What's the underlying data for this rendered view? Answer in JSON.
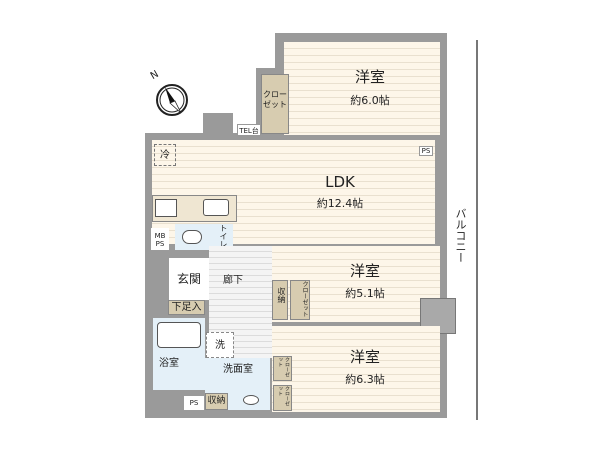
{
  "compass": {
    "north_label": "N"
  },
  "rooms": {
    "western_top": {
      "name": "洋室",
      "size": "約6.0帖"
    },
    "ldk": {
      "name": "LDK",
      "size": "約12.4帖"
    },
    "western_mid": {
      "name": "洋室",
      "size": "約5.1帖"
    },
    "western_bottom": {
      "name": "洋室",
      "size": "約6.3帖"
    },
    "entrance": "玄関",
    "hallway": "廊下",
    "toilet": "トイレ",
    "bath": "浴室",
    "washroom": "洗面室",
    "laundry": "洗",
    "shoe_storage": "下足入",
    "storage_hall": "収納",
    "storage_wash": "収納"
  },
  "closet_label": "クローゼット",
  "closet_label_split": [
    "クロー",
    "ゼット"
  ],
  "fixtures": {
    "fridge": "冷",
    "tel": "TEL台",
    "ps": "PS",
    "mbps": "MB PS"
  },
  "balcony": "バルコニー"
}
